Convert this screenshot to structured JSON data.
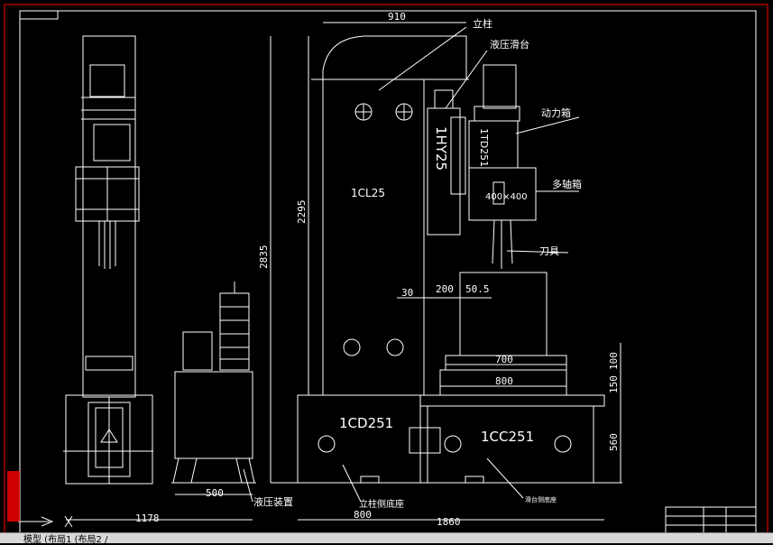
{
  "colors": {
    "background": "#000000",
    "lines": "#ffffff",
    "border": "#ff0000",
    "statusbar": "#d8d8d8"
  },
  "labels": {
    "column": "立柱",
    "hydraulic_slide": "液压滑台",
    "power_box": "动力箱",
    "multi_spindle_box": "多轴箱",
    "cutter": "刀具",
    "hydraulic_unit": "液压装置",
    "column_base": "立柱侧底座",
    "slide_base": "滑台侧底座"
  },
  "parts": {
    "slide_model": "1HY25",
    "power_box_model": "1TD251",
    "spindle_box_size": "400×400",
    "column_model": "1CL25",
    "column_base_model": "1CD251",
    "slide_base_model": "1CC251"
  },
  "dimensions": {
    "top_width": "910",
    "height_inner": "2295",
    "height_total": "2835",
    "d30": "30",
    "d200": "200",
    "d50_5": "50.5",
    "d700": "700",
    "d800_table": "800",
    "d100": "100",
    "d150": "150",
    "d560": "560",
    "d500": "500",
    "d1178": "1178",
    "d800_base": "800",
    "d1860": "1860"
  },
  "statusbar": {
    "tabs_text": "模型 (布局1 (布局2 /"
  }
}
